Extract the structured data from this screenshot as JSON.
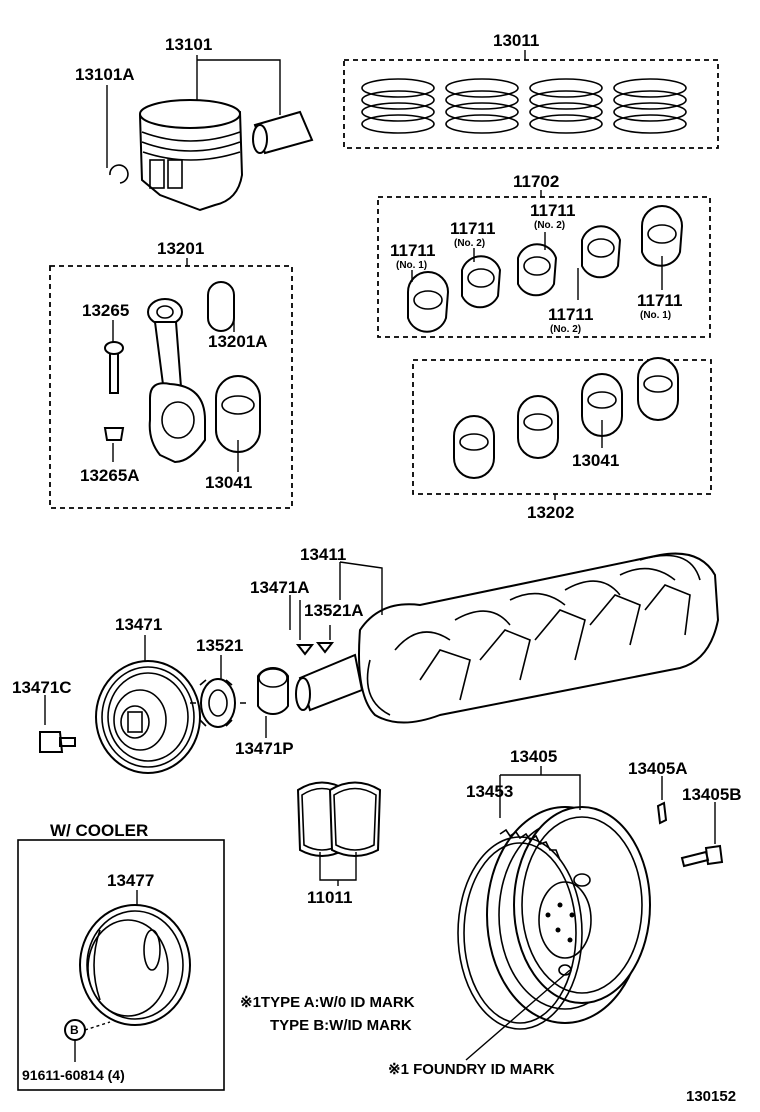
{
  "labels": {
    "p13101": "13101",
    "p13101a": "13101A",
    "p13011": "13011",
    "p11702": "11702",
    "p11711a": "11711",
    "p11711a_sub": "(No. 1)",
    "p11711b": "11711",
    "p11711b_sub": "(No. 2)",
    "p11711c": "11711",
    "p11711c_sub": "(No. 2)",
    "p11711d": "11711",
    "p11711d_sub": "(No. 2)",
    "p11711e": "11711",
    "p11711e_sub": "(No. 1)",
    "p13201": "13201",
    "p13265": "13265",
    "p13201a": "13201A",
    "p13265a": "13265A",
    "p13041a": "13041",
    "p13041b": "13041",
    "p13202": "13202",
    "p13411": "13411",
    "p13471a": "13471A",
    "p13521a": "13521A",
    "p13471": "13471",
    "p13521": "13521",
    "p13471c": "13471C",
    "p13471p": "13471P",
    "p13405": "13405",
    "p13453": "13453",
    "p13405a": "13405A",
    "p13405b": "13405B",
    "p11011": "11011",
    "p13477": "13477",
    "p91611": "91611-60814 (4)",
    "b_marker": "B"
  },
  "notes": {
    "cooler": "W/ COOLER",
    "type_a": "※1TYPE A:W/0 ID MARK",
    "type_b": "TYPE B:W/ID MARK",
    "foundry": "※1 FOUNDRY ID MARK",
    "figure_no": "130152"
  }
}
